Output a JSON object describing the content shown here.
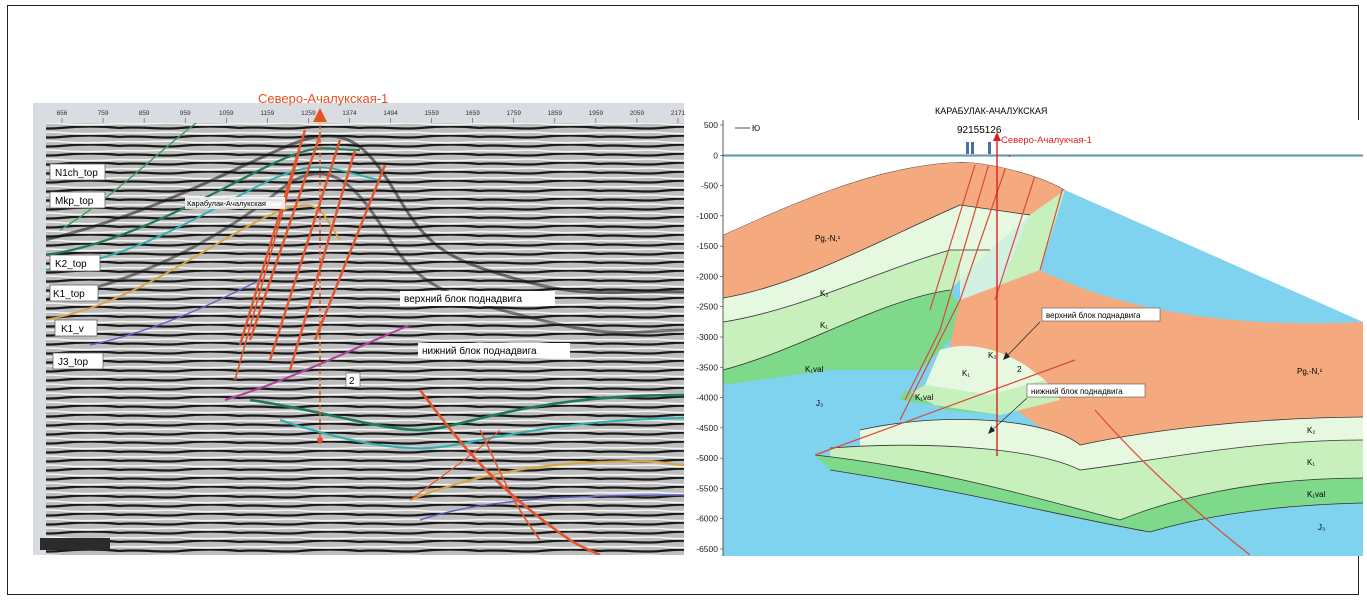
{
  "seismic": {
    "well_name": "Северо-Ачалукская-1",
    "horizon_labels": [
      "N1ch_top",
      "Mkp_top",
      "K2_top",
      "K1_top",
      "K1_v",
      "J3_top"
    ],
    "anticline_label": "Карабулак-Ачалукская",
    "upper_block": "верхний блок поднадвига",
    "lower_block": "нижний блок поднадвига",
    "zone_number": "2",
    "trace_ticks": [
      "656",
      "759",
      "859",
      "959",
      "1059",
      "1159",
      "1259",
      "1374",
      "1494",
      "1559",
      "1659",
      "1759",
      "1859",
      "1959",
      "2059",
      "2171"
    ]
  },
  "section": {
    "title": "КАРАБУЛАК-АЧАЛУКСКАЯ",
    "direction": "Ю",
    "wells_label": "92155126",
    "well_name": "Северо-Ачалукчая-1",
    "y_ticks": [
      "500",
      "0",
      "-500",
      "-1000",
      "-1500",
      "-2000",
      "-2500",
      "-3000",
      "-3500",
      "-4000",
      "-4500",
      "-5000",
      "-5500",
      "-6000",
      "-6500"
    ],
    "units": {
      "pg_left": "Pg,-N,¹",
      "k2_left": "K₂",
      "k1_left": "K₁",
      "k1val_left": "K₁val",
      "j3_left": "J₃",
      "k2_mid": "K₂",
      "k1_mid": "K₁",
      "k1val_mid": "K₁val",
      "zone_number": "2",
      "pg_right": "Pg,-N,¹",
      "k2_right": "K₂",
      "k1_right": "K₁",
      "k1val_right": "K₁val",
      "j3_right": "J₃"
    },
    "upper_block": "верхний блок поднадвига",
    "lower_block": "нижний блок поднадвига",
    "colors": {
      "pg": "#f5a97f",
      "k2": "#e6f8df",
      "k1": "#c8f0bd",
      "k1val": "#7ed98a",
      "j3": "#7fd3ef",
      "fault": "#d94a3a"
    }
  }
}
